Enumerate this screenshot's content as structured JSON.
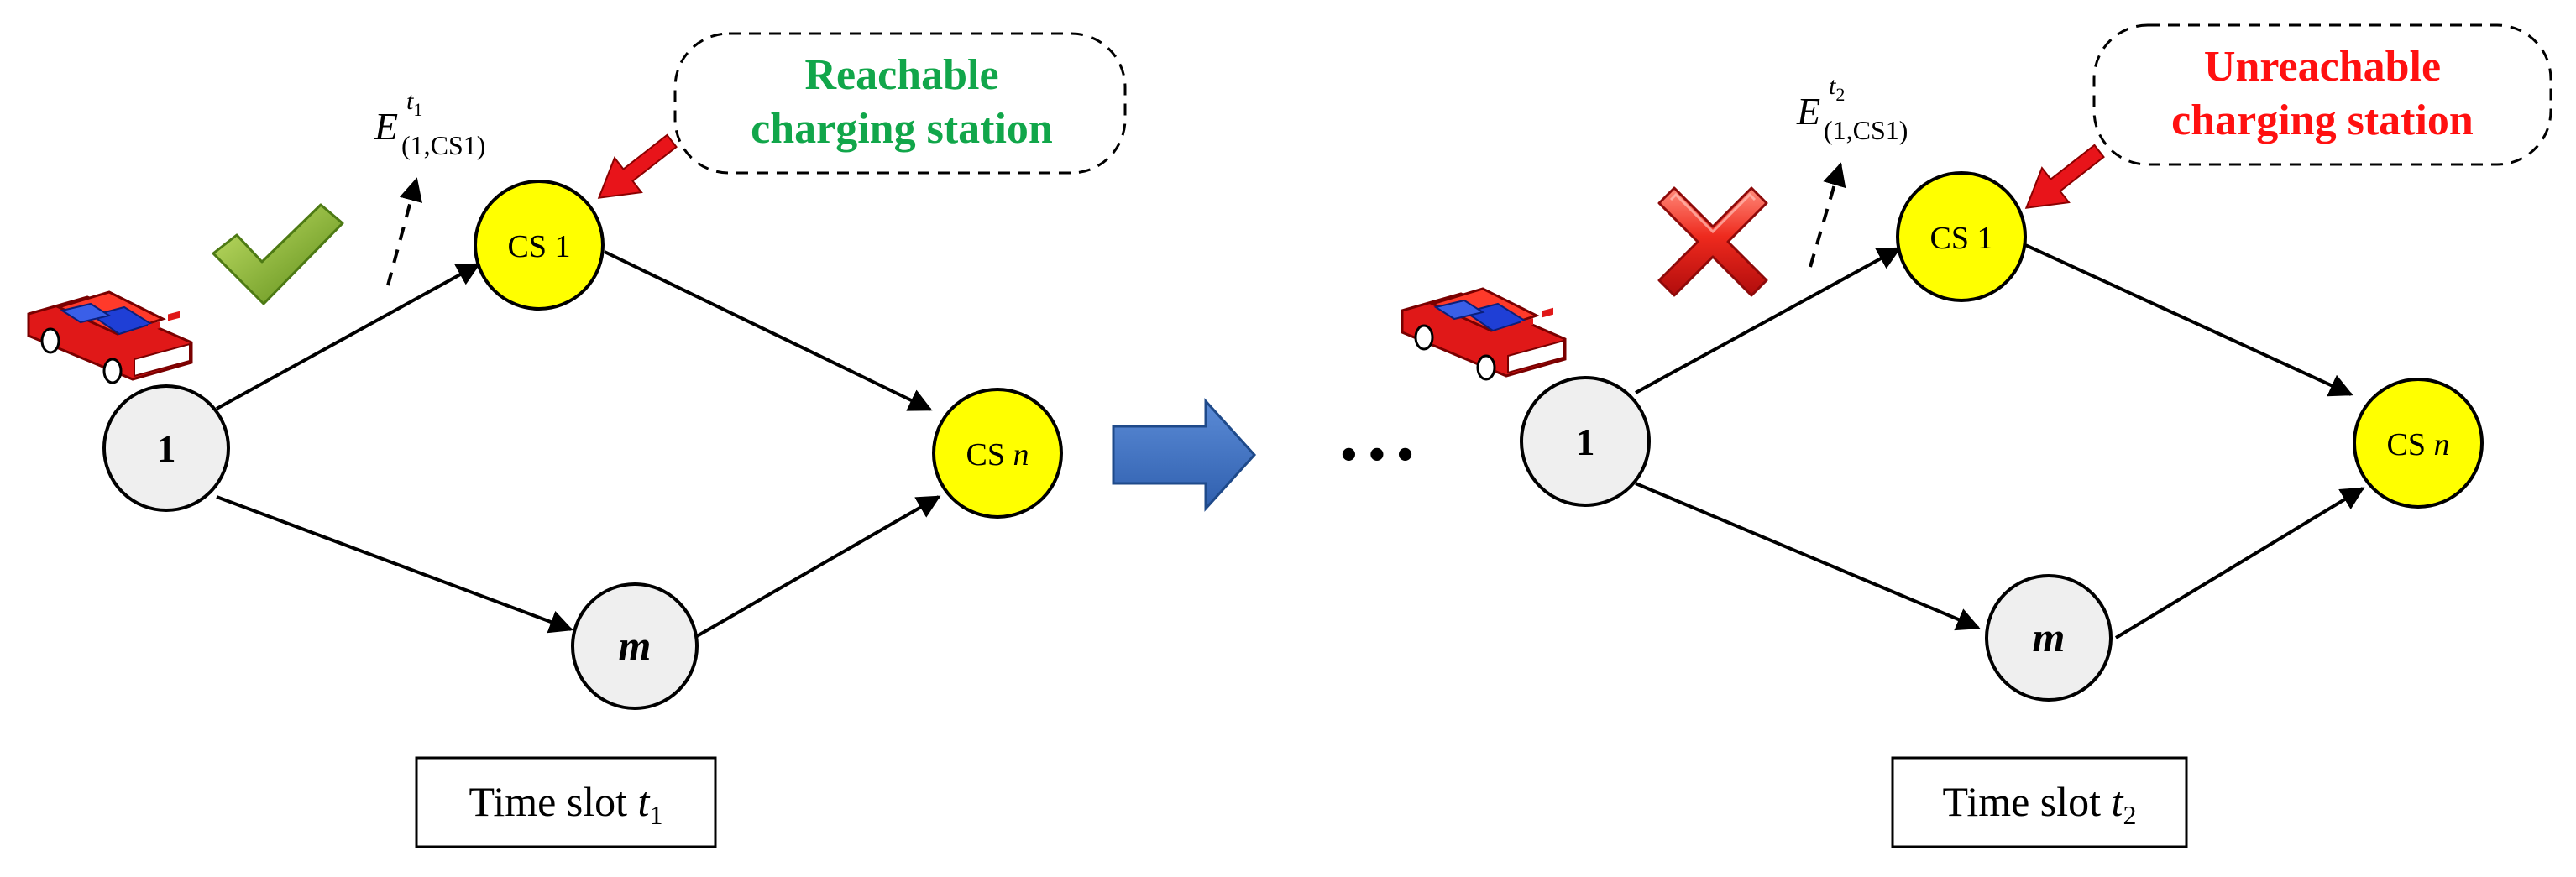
{
  "colors": {
    "node_gray": "#efefef",
    "node_yellow": "#ffff00",
    "edge": "#000000",
    "reachable_text": "#11a64a",
    "unreachable_text": "#ff1010",
    "pointer_arrow": "#e8141a",
    "transition_arrow": "#4472c4",
    "check": "#7aa82a",
    "cross": "#e8201e",
    "car_body": "#e01818",
    "car_roof": "#1f3fd6"
  },
  "icons": {
    "check": "check-mark-icon",
    "cross": "cross-mark-icon",
    "car": "car-icon",
    "transition": "right-arrow-icon"
  },
  "left_panel": {
    "nodes": {
      "origin": "1",
      "cs1": "CS 1",
      "csn_prefix": "CS ",
      "csn_var": "n",
      "m": "m"
    },
    "energy_label": {
      "base": "E",
      "sup_var": "t",
      "sup_sub": "1",
      "sub": "(1,CS1)"
    },
    "callout": {
      "line1": "Reachable",
      "line2": "charging station"
    },
    "status": "reachable",
    "time_slot": {
      "label": "Time slot ",
      "var": "t",
      "sub": "1"
    }
  },
  "right_panel": {
    "nodes": {
      "origin": "1",
      "cs1": "CS 1",
      "csn_prefix": "CS ",
      "csn_var": "n",
      "m": "m"
    },
    "energy_label": {
      "base": "E",
      "sup_var": "t",
      "sup_sub": "2",
      "sub": "(1,CS1)"
    },
    "callout": {
      "line1": "Unreachable",
      "line2": "charging station"
    },
    "status": "unreachable",
    "time_slot": {
      "label": "Time slot ",
      "var": "t",
      "sub": "2"
    }
  },
  "ellipsis": "• • •"
}
